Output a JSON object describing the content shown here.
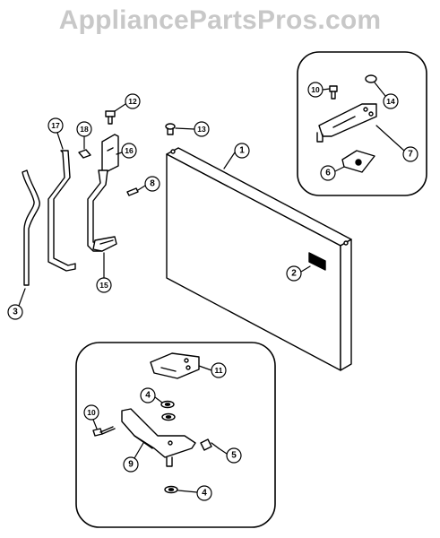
{
  "site": {
    "title": "AppliancePartsPros.com"
  },
  "callouts": [
    {
      "id": "c1",
      "label": "1"
    },
    {
      "id": "c2",
      "label": "2"
    },
    {
      "id": "c3",
      "label": "3"
    },
    {
      "id": "c4a",
      "label": "4"
    },
    {
      "id": "c4b",
      "label": "4"
    },
    {
      "id": "c5",
      "label": "5"
    },
    {
      "id": "c6",
      "label": "6"
    },
    {
      "id": "c7",
      "label": "7"
    },
    {
      "id": "c8",
      "label": "8"
    },
    {
      "id": "c9",
      "label": "9"
    },
    {
      "id": "c10a",
      "label": "10"
    },
    {
      "id": "c10b",
      "label": "10"
    },
    {
      "id": "c11",
      "label": "11"
    },
    {
      "id": "c12",
      "label": "12"
    },
    {
      "id": "c13",
      "label": "13"
    },
    {
      "id": "c14",
      "label": "14"
    },
    {
      "id": "c15",
      "label": "15"
    },
    {
      "id": "c16",
      "label": "16"
    },
    {
      "id": "c17",
      "label": "17"
    },
    {
      "id": "c18",
      "label": "18"
    }
  ]
}
